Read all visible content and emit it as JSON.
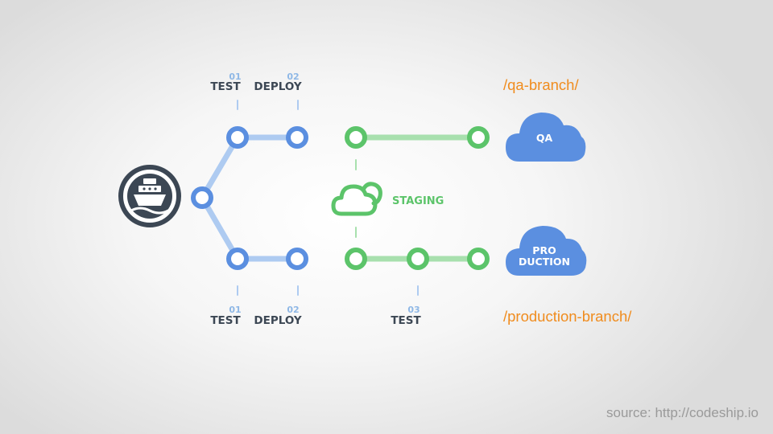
{
  "colors": {
    "blue": "#5b8fe0",
    "blue_light": "#aecbf1",
    "green": "#5cc46a",
    "green_light": "#a8e0ae",
    "dark": "#3c4754",
    "orange": "#f08c1e",
    "source_gray": "#9a9a9a"
  },
  "icons": {
    "logo": "ship-logo-icon",
    "staging": "cloud-outline-icon",
    "qa": "cloud-icon",
    "production": "cloud-icon"
  },
  "top_steps": [
    {
      "num": "01",
      "label": "TEST"
    },
    {
      "num": "02",
      "label": "DEPLOY"
    }
  ],
  "bottom_steps": [
    {
      "num": "01",
      "label": "TEST"
    },
    {
      "num": "02",
      "label": "DEPLOY"
    },
    {
      "num": "03",
      "label": "TEST"
    }
  ],
  "staging": {
    "label": "STAGING"
  },
  "qa_cloud": {
    "label": "QA"
  },
  "production_cloud": {
    "line1": "PRO",
    "line2": "DUCTION"
  },
  "branches": {
    "qa": "/qa-branch/",
    "production": "/production-branch/"
  },
  "source": "source: http://codeship.io"
}
